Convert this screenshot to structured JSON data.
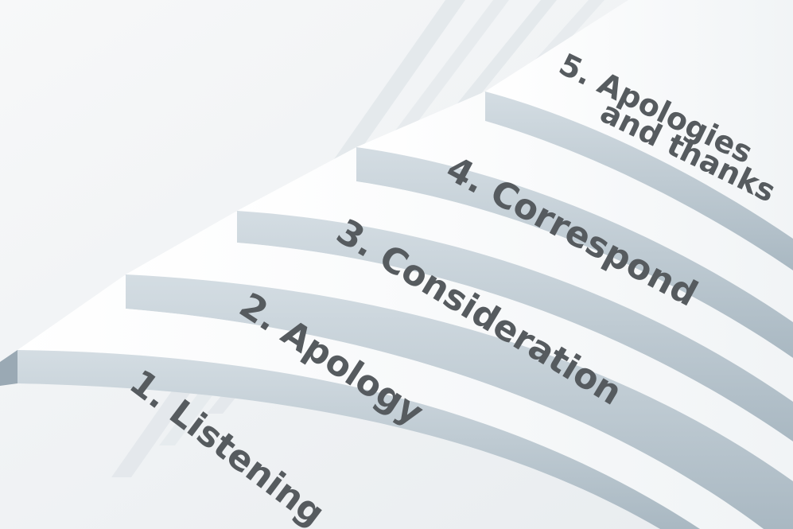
{
  "steps": [
    {
      "label": "1. Listening"
    },
    {
      "label": "2. Apology"
    },
    {
      "label": "3. Consideration"
    },
    {
      "label": "4. Correspond"
    },
    {
      "label": "5. Apologies",
      "label_line2": "and thanks"
    }
  ],
  "colors": {
    "background": "#f4f6f7",
    "step_top": "#fbfcfc",
    "step_face": "#c3ced6",
    "step_shadow": "#97a6b1",
    "text": "#565b5f"
  }
}
